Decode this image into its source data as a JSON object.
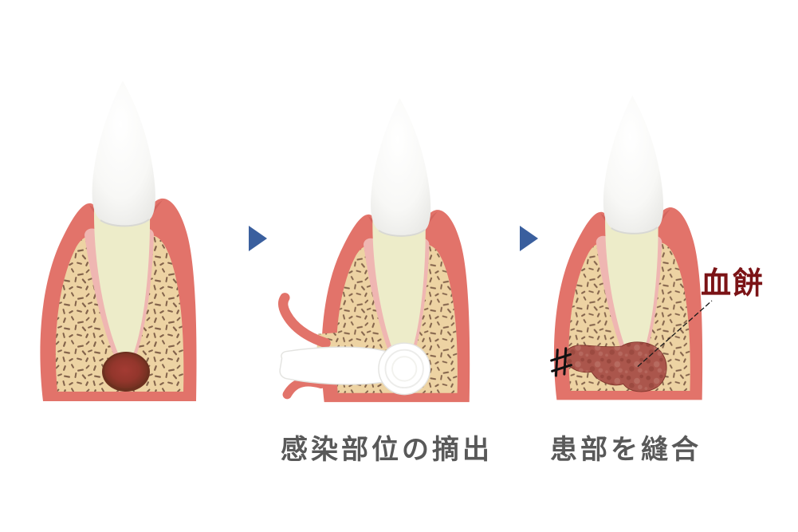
{
  "diagram": {
    "stages": [
      {
        "name": "tooth-with-apical-infection",
        "caption": ""
      },
      {
        "name": "removal-of-infected-site",
        "caption": "感染部位の摘出"
      },
      {
        "name": "suturing-of-affected-area",
        "caption": "患部を縫合",
        "annotation": "血餅"
      }
    ],
    "step_arrow_icon": "arrow-right-icon"
  },
  "colors": {
    "gum": "#e2736a",
    "gum_shadow": "#d4655e",
    "bone": "#edd3a3",
    "bone_speckle": "#6b4a38",
    "ligament": "#efb6b2",
    "root": "#edecc9",
    "crown_edge": "#e9e9e6",
    "abscess_inner": "#a33b33",
    "abscess_outer": "#6d301f",
    "clot": "#ab564c",
    "clot_dark": "#83382e",
    "clot_light": "#c47f74",
    "arrow": "#3a5f9e",
    "caption": "#595959",
    "annotation": "#7b1316",
    "suture": "#101010",
    "instrument_outline": "#e3e3e0"
  }
}
